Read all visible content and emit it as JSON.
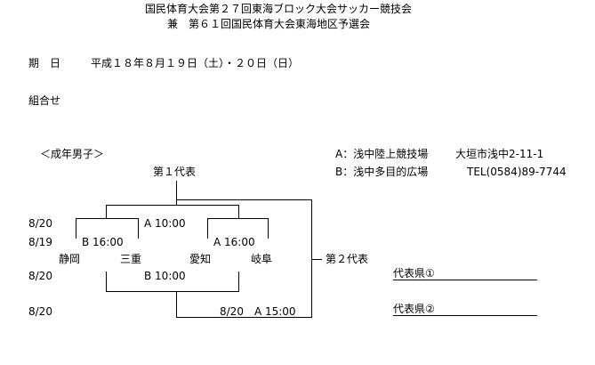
{
  "title": {
    "line1": "国民体育大会第２７回東海ブロック大会サッカー競技会",
    "line2": "兼　第６１回国民体育大会東海地区予選会"
  },
  "dates": {
    "label": "期　日",
    "value": "平成１８年８月１９日（土）・２０日（日）"
  },
  "pairing_label": "組合せ",
  "category": "＜成年男子＞",
  "venues": [
    {
      "name": "A：浅中陸上競技場",
      "info": "大垣市浅中2-11-1"
    },
    {
      "name": "B：浅中多目的広場",
      "info": "TEL(0584)89-7744"
    }
  ],
  "bracket": {
    "first_rep": "第１代表",
    "second_rep": "第２代表",
    "teams": [
      "静岡",
      "三重",
      "愛知",
      "岐阜"
    ],
    "row_dates": [
      "8/20",
      "8/19",
      "8/20",
      "8/20"
    ],
    "matches": {
      "final": "A 10:00",
      "semi_left": "B 16:00",
      "semi_right": "A 16:00",
      "losers": "B 10:00",
      "playoff": "8/20　A 15:00"
    }
  },
  "representatives": [
    "代表県①",
    "代表県②"
  ]
}
